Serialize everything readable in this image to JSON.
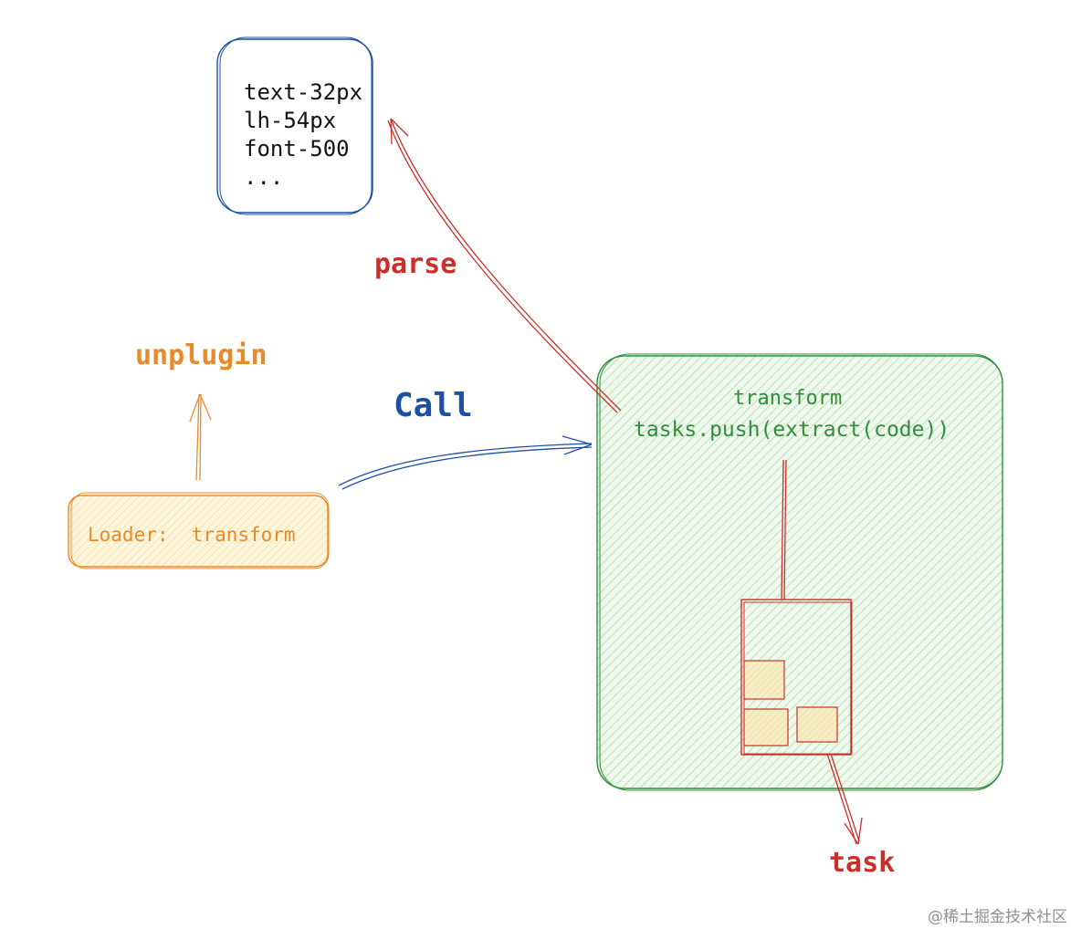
{
  "colors": {
    "blue": "#1c4fa5",
    "red": "#c9302c",
    "green": "#2f8f3a",
    "green_fill": "#e6f4e4",
    "orange": "#e8892a",
    "orange_fill": "#fdf3d2",
    "yellow_fill": "#f9eec0"
  },
  "css_box": {
    "lines": [
      "text-32px",
      "lh-54px",
      "font-500",
      "..."
    ]
  },
  "labels": {
    "parse": "parse",
    "call": "Call",
    "unplugin": "unplugin",
    "task": "task"
  },
  "loader_box": {
    "label": "Loader:  transform"
  },
  "transform_box": {
    "title": "transform",
    "code": "tasks.push(extract(code))"
  },
  "watermark": "@稀土掘金技术社区"
}
